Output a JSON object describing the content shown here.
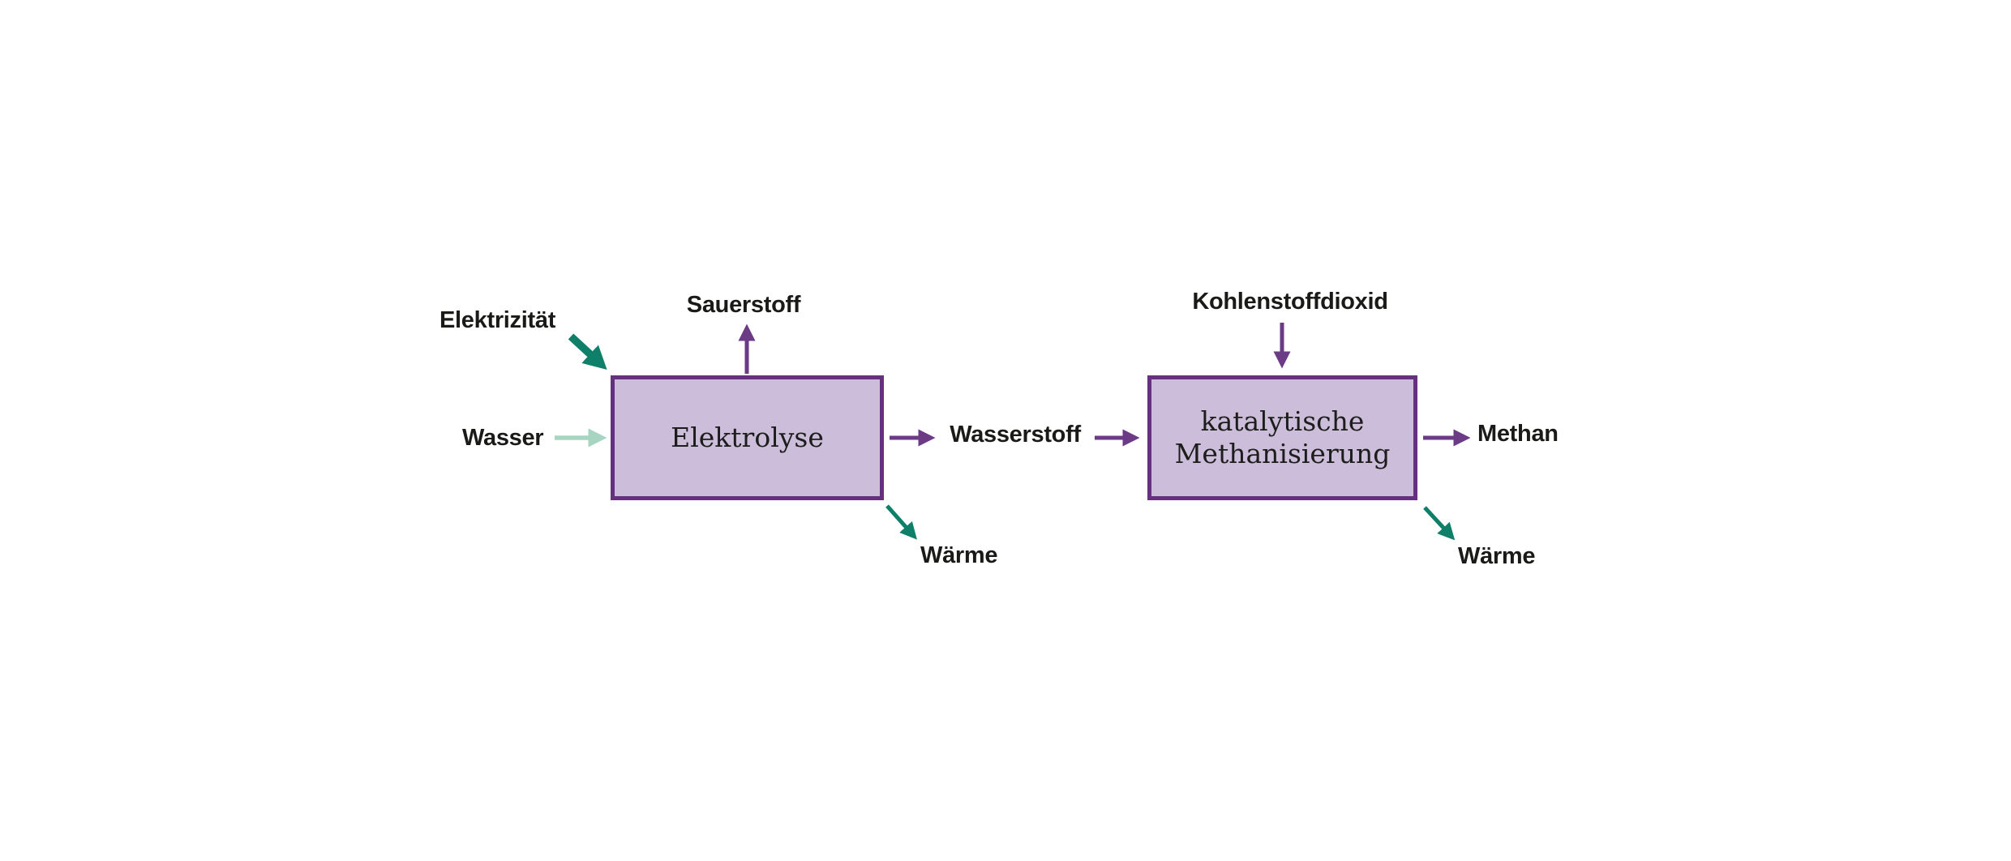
{
  "diagram": {
    "background": "#ffffff",
    "colors": {
      "purple": "#6b3b85",
      "box_border": "#662f80",
      "box_fill": "#ccbedb",
      "teal": "#0e7f68",
      "mint": "#a7d5c2",
      "text": "#1a1a18"
    },
    "nodes": [
      {
        "id": "elektrolyse",
        "label": "Elektrolyse"
      },
      {
        "id": "methanisierung",
        "label_line1": "katalytische",
        "label_line2": "Methanisierung"
      }
    ],
    "labels": {
      "elektrizitaet": "Elektrizität",
      "sauerstoff": "Sauerstoff",
      "wasser": "Wasser",
      "wasserstoff": "Wasserstoff",
      "kohlenstoffdioxid": "Kohlenstoffdioxid",
      "methan": "Methan",
      "waerme_1": "Wärme",
      "waerme_2": "Wärme"
    },
    "flows": [
      {
        "from": "Elektrizität",
        "to": "Elektrolyse",
        "style": "thick-teal"
      },
      {
        "from": "Wasser",
        "to": "Elektrolyse",
        "style": "mint"
      },
      {
        "from": "Elektrolyse",
        "to": "Sauerstoff",
        "style": "purple"
      },
      {
        "from": "Elektrolyse",
        "to": "Wasserstoff",
        "style": "purple"
      },
      {
        "from": "Wasserstoff",
        "to": "katalytische Methanisierung",
        "style": "purple"
      },
      {
        "from": "Elektrolyse",
        "to": "Wärme",
        "style": "teal"
      },
      {
        "from": "Kohlenstoffdioxid",
        "to": "katalytische Methanisierung",
        "style": "purple"
      },
      {
        "from": "katalytische Methanisierung",
        "to": "Methan",
        "style": "purple"
      },
      {
        "from": "katalytische Methanisierung",
        "to": "Wärme",
        "style": "teal"
      }
    ]
  }
}
